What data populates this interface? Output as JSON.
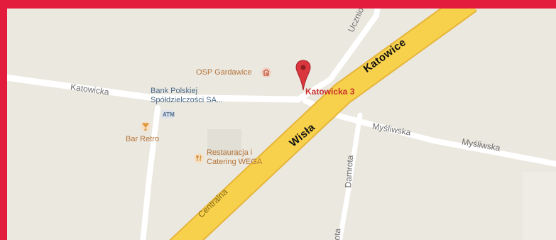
{
  "colors": {
    "frame": "#e31c3d",
    "map_background": "#ebe8e0",
    "highway": "#f7d14c",
    "highway_edge": "#e6b53a",
    "street": "#ffffff",
    "pin": "#d9363e"
  },
  "map": {
    "roads": {
      "highway_main": "Katowice",
      "highway_secondary": "Wisła",
      "centralna": "Centralna",
      "katowicka": "Katowicka",
      "uczniowska": "Uczniowska",
      "mysliwska_1": "Myśliwska",
      "mysliwska_2": "Myśliwska",
      "damrota": "Damrota",
      "damrota_lower": "rota"
    },
    "places": {
      "osp": "OSP Gardawice",
      "bank_line1": "Bank Polskiej",
      "bank_line2": "Spółdzielczości SA...",
      "atm": "ATM",
      "bar": "Bar Retro",
      "restaurant_line1": "Restauracja i",
      "restaurant_line2": "Catering WEGA"
    },
    "pin": {
      "label": "Katowicka 3",
      "icon": "map-pin-icon"
    },
    "icons": {
      "fire_station": "fire-station-icon",
      "bar": "cocktail-icon",
      "restaurant": "fork-knife-icon",
      "atm": "atm-icon"
    }
  }
}
